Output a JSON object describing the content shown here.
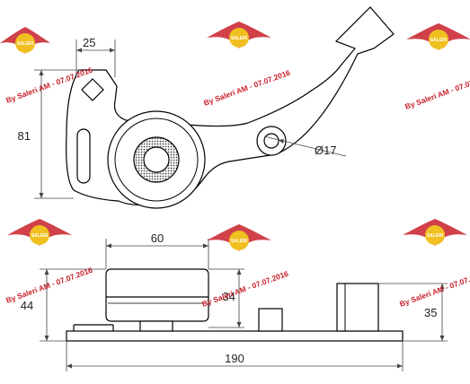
{
  "dimensions": {
    "top_offset": "25",
    "height": "81",
    "bore_diameter": "Ø17",
    "pulley_width": "60",
    "overall_height": "44",
    "pulley_height": "34",
    "bracket_height": "35",
    "overall_length": "190"
  },
  "watermark": {
    "text": "By Saleri AM - 07.07.2016",
    "badge_text": "SALERI",
    "color": "#c8202a"
  },
  "colors": {
    "line": "#000000",
    "dimension": "#444444",
    "bearing_fill": "#555555"
  }
}
